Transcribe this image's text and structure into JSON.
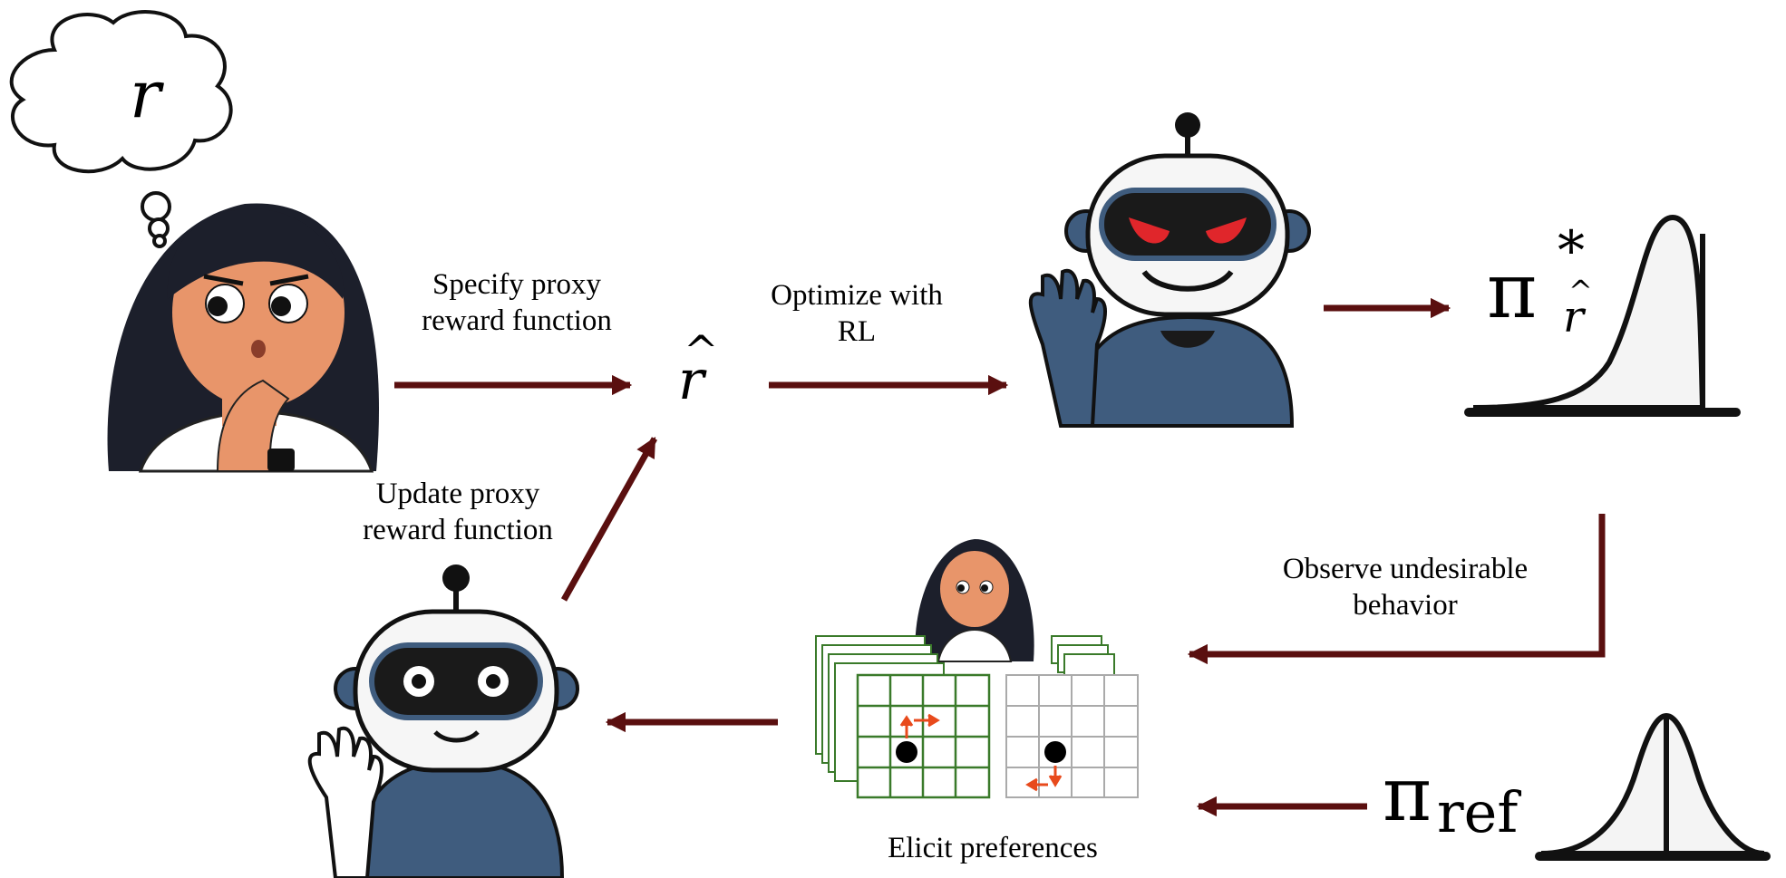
{
  "colors": {
    "arrow": "#5a0f0f",
    "skin": "#e8956a",
    "hair": "#1c1f2b",
    "robot_body": "#3f5c7e",
    "robot_face": "#f6f6f6",
    "visor": "#1a1a1a",
    "evil_eye": "#e0262b",
    "grid_green": "#3a7a2a",
    "grid_gray": "#aaaaaa",
    "move_arrow": "#e84a1c"
  },
  "icons": {
    "human": "human-thinking-icon",
    "thought": "thought-bubble-icon",
    "robot_evil": "evil-robot-icon",
    "robot_friendly": "friendly-robot-icon",
    "dist_peaked": "skewed-distribution-icon",
    "dist_normal": "normal-distribution-icon",
    "gridworld": "gridworld-comparison-icon"
  },
  "math": {
    "true_reward": "r",
    "proxy_reward": "r",
    "proxy_hat": "^",
    "pi": "π",
    "star": "*",
    "ref": "ref"
  },
  "labels": {
    "specify": [
      "Specify proxy",
      "reward function"
    ],
    "optimize": [
      "Optimize with",
      "RL"
    ],
    "observe": [
      "Observe undesirable",
      "behavior"
    ],
    "elicit": "Elicit preferences",
    "update": [
      "Update proxy",
      "reward function"
    ]
  }
}
